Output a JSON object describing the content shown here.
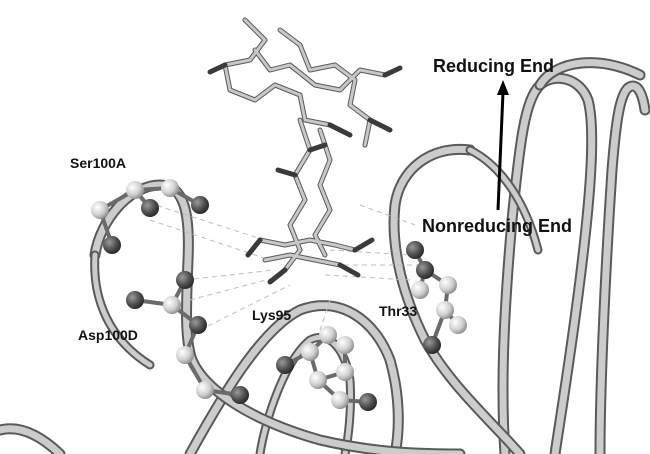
{
  "labels": {
    "reducing_end": "Reducing End",
    "nonreducing_end": "Nonreducing End",
    "ser100a": "Ser100A",
    "asp100d": "Asp100D",
    "lys95": "Lys95",
    "thr33": "Thr33"
  },
  "colors": {
    "ribbon": "#c4c4c4",
    "ribbon_edge": "#5a5a5a",
    "atom_light": "#d6d6d6",
    "atom_dark": "#4a4a4a",
    "ligand_light": "#c8c8c8",
    "ligand_dark": "#5a5a5a",
    "hbond": "#bdbdbd",
    "text": "#111111"
  }
}
